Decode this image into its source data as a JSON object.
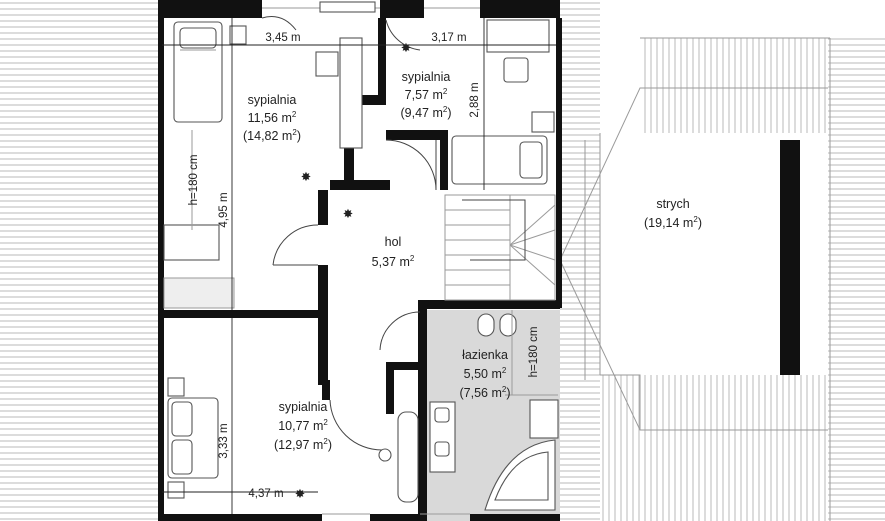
{
  "rooms": {
    "bedroom_1": {
      "name": "sypialnia",
      "area": "11,56 m",
      "area_total": "(14,82 m",
      "sup": "2",
      "close": ")"
    },
    "bedroom_2": {
      "name": "sypialnia",
      "area": "7,57 m",
      "area_total": "(9,47 m",
      "sup": "2",
      "close": ")"
    },
    "bedroom_3": {
      "name": "sypialnia",
      "area": "10,77 m",
      "area_total": "(12,97 m",
      "sup": "2",
      "close": ")"
    },
    "hall": {
      "name": "hol",
      "area": "5,37 m",
      "sup": "2"
    },
    "bathroom": {
      "name": "łazienka",
      "area": "5,50 m",
      "area_total": "(7,56 m",
      "sup": "2",
      "close": ")"
    },
    "attic": {
      "name": "strych",
      "area_total": "(19,14 m",
      "sup": "2",
      "close": ")"
    }
  },
  "dimensions": {
    "d_345": "3,45 m",
    "d_317": "3,17 m",
    "d_288": "2,88 m",
    "d_495": "4,95 m",
    "d_333": "3,33 m",
    "d_437": "4,37 m",
    "h180_left": "h=180 cm",
    "h180_bath": "h=180 cm"
  },
  "colors": {
    "wall": "#111111",
    "bathroom_floor": "#d9d9d9",
    "roof_hatch": "#9a9a9a"
  }
}
